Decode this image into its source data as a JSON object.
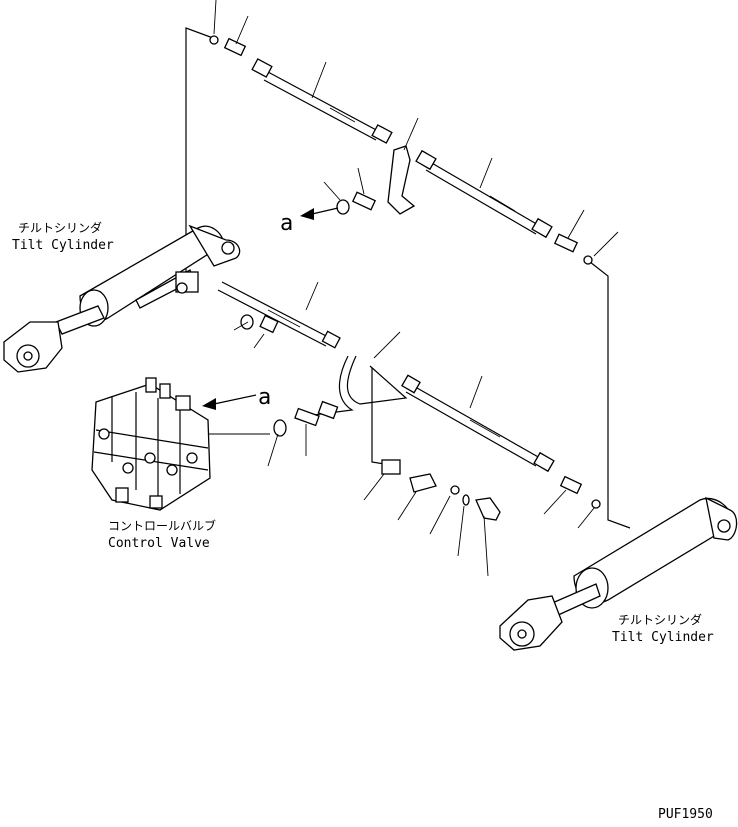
{
  "labels": {
    "tilt_cylinder_left_jp": "チルトシリンダ",
    "tilt_cylinder_left_en": "Tilt Cylinder",
    "tilt_cylinder_right_jp": "チルトシリンダ",
    "tilt_cylinder_right_en": "Tilt Cylinder",
    "control_valve_jp": "コントロールバルブ",
    "control_valve_en": "Control Valve",
    "ref_a_top": "a",
    "ref_a_valve": "a",
    "drawing_code": "PUF1950"
  }
}
